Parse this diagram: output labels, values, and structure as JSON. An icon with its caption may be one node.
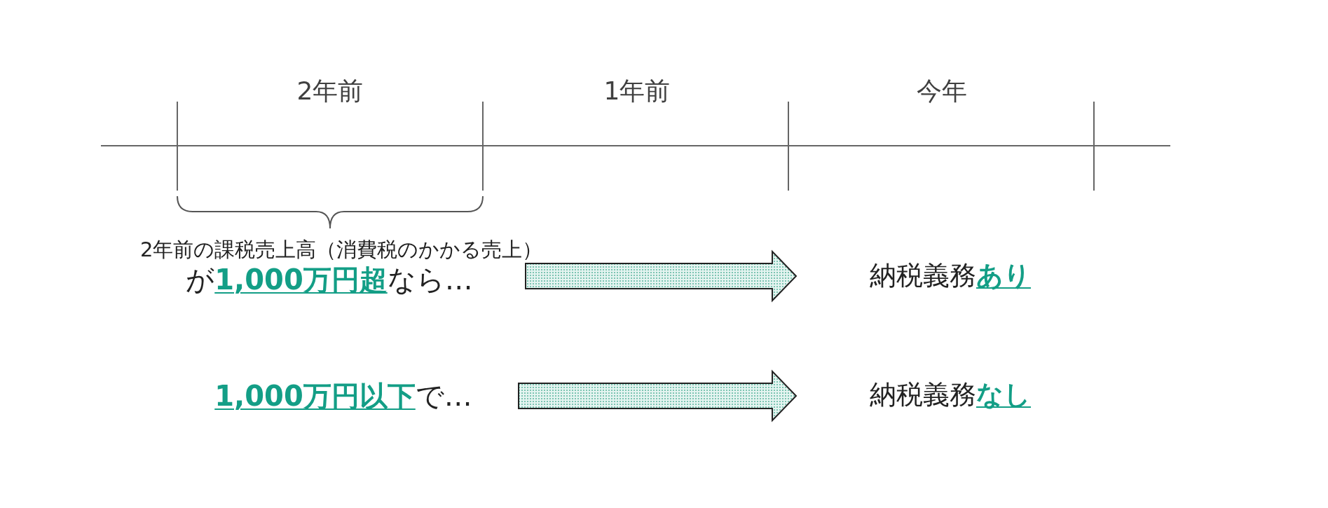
{
  "diagram": {
    "nodes": [
      {
        "text": [
          "2年前の課税売上高（消費税のかかる売上）",
          "が**1,000万円超**なら…"
        ]
      },
      {
        "text": [
          "納税義務**あり**"
        ]
      },
      {
        "text": [
          "**1,000万円以下**で…"
        ]
      },
      {
        "text": [
          "納税義務**なし**"
        ]
      }
    ],
    "edges": [
      {
        "from": 0,
        "to": 1,
        "arrow": "to"
      },
      {
        "from": 2,
        "to": 3,
        "arrow": "to"
      }
    ],
    "labels": [
      "2年前",
      "1年前",
      "今年"
    ]
  }
}
